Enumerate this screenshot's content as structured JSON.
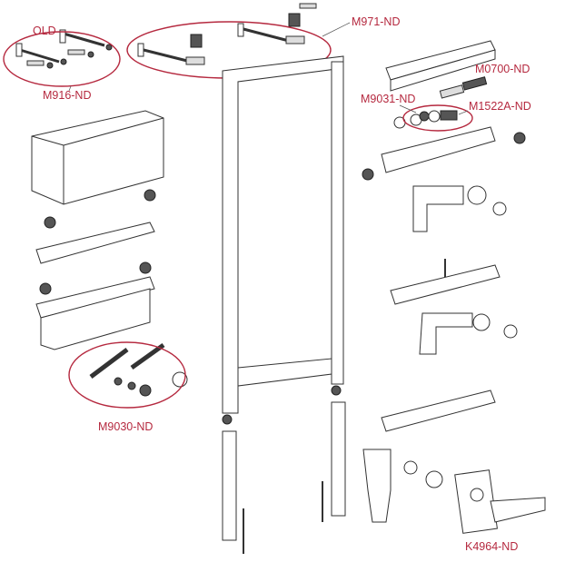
{
  "labels": {
    "old": "OLD",
    "m916": "M916-ND",
    "m971": "M971-ND",
    "m0700": "M0700-ND",
    "m9031": "M9031-ND",
    "m1522a": "M1522A-ND",
    "m9030": "M9030-ND",
    "k4964": "K4964-ND"
  },
  "colors": {
    "label": "#b5293f",
    "line": "#333333"
  }
}
